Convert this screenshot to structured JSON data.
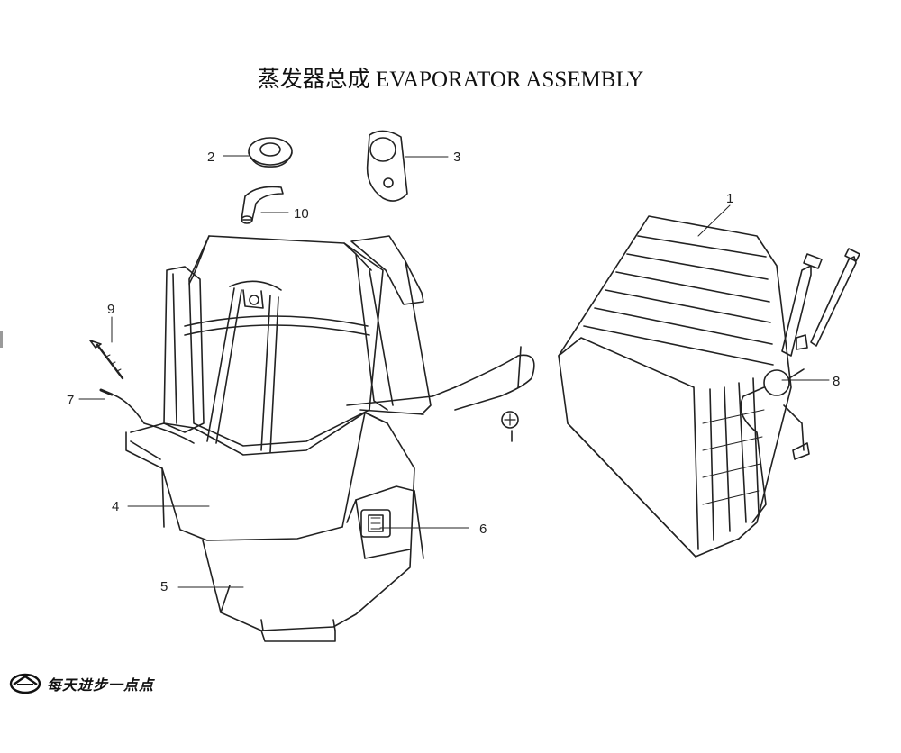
{
  "title": "蒸发器总成 EVAPORATOR ASSEMBLY",
  "callouts": [
    {
      "number": "1",
      "part": "evaporator-core"
    },
    {
      "number": "2",
      "part": "grommet"
    },
    {
      "number": "3",
      "part": "bracket-plate"
    },
    {
      "number": "4",
      "part": "upper-case"
    },
    {
      "number": "5",
      "part": "lower-case"
    },
    {
      "number": "6",
      "part": "connector"
    },
    {
      "number": "7",
      "part": "temperature-sensor"
    },
    {
      "number": "8",
      "part": "expansion-valve"
    },
    {
      "number": "9",
      "part": "screw"
    },
    {
      "number": "10",
      "part": "drain-hose"
    }
  ],
  "footer": {
    "logo": "brand-logo",
    "slogan": "每天进步一点点"
  }
}
